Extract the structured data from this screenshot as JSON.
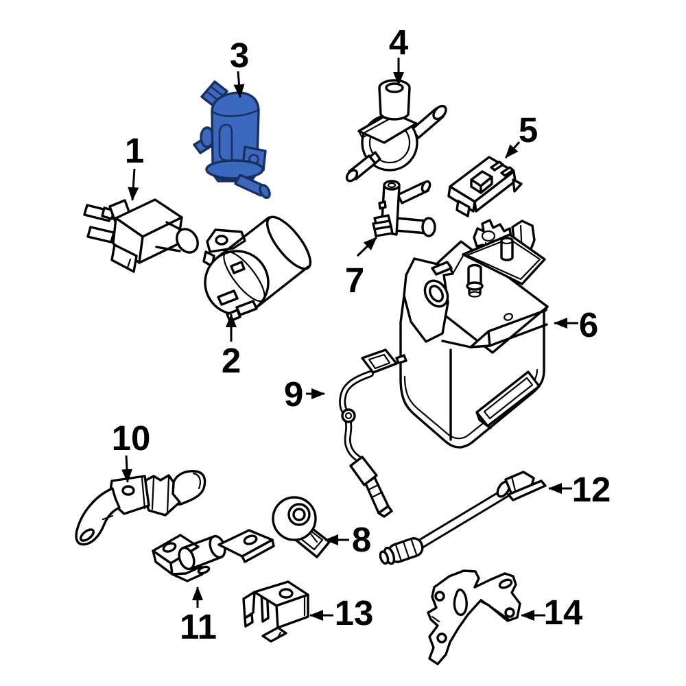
{
  "diagram": {
    "background_color": "#ffffff",
    "line_color": "#000000",
    "highlight_color": "#3c69be",
    "highlight_outline": "#18305f",
    "highlighted_part_number": "3",
    "callouts": [
      {
        "number": "1",
        "part": "vacuum-solenoid-valve"
      },
      {
        "number": "2",
        "part": "cylindrical-canister-valve"
      },
      {
        "number": "3",
        "part": "leak-detection-pump-highlighted"
      },
      {
        "number": "4",
        "part": "check-valve"
      },
      {
        "number": "5",
        "part": "pressure-sensor-module"
      },
      {
        "number": "6",
        "part": "evap-vapor-canister"
      },
      {
        "number": "7",
        "part": "vent-tube-valve"
      },
      {
        "number": "8",
        "part": "knock-sensor"
      },
      {
        "number": "9",
        "part": "oxygen-sensor-curved-cable"
      },
      {
        "number": "10",
        "part": "mounting-bracket-a"
      },
      {
        "number": "11",
        "part": "mounting-bracket-b"
      },
      {
        "number": "12",
        "part": "oxygen-sensor-straight-pipe"
      },
      {
        "number": "13",
        "part": "u-clamp-bracket"
      },
      {
        "number": "14",
        "part": "mounting-bracket-plate"
      }
    ]
  }
}
